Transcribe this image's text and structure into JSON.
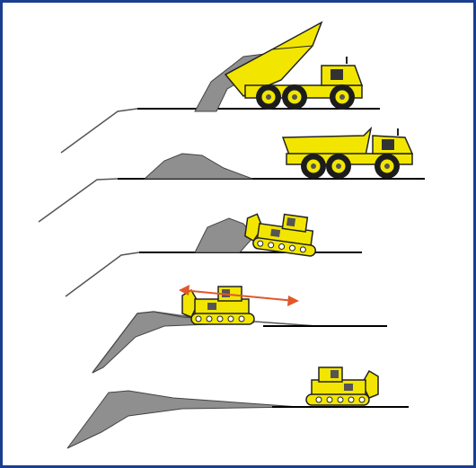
{
  "diagram": {
    "steps": [
      {
        "vehicle": "dump-truck",
        "state": "dumping"
      },
      {
        "vehicle": "dump-truck",
        "state": "empty"
      },
      {
        "vehicle": "bulldozer",
        "state": "pushing-forward"
      },
      {
        "vehicle": "bulldozer",
        "state": "moving-back-and-forth"
      },
      {
        "vehicle": "bulldozer",
        "state": "leveling"
      }
    ]
  },
  "colors": {
    "border": "#1a3f8f",
    "machine_yellow": "#f2e600",
    "machine_outline": "#222222",
    "material_gray": "#8f8f8f",
    "arrow_orange": "#e2572b",
    "ground_line": "#000000",
    "slope_line": "#555555"
  },
  "icons": [
    "dump-truck-icon",
    "bulldozer-icon",
    "double-arrow-icon"
  ]
}
